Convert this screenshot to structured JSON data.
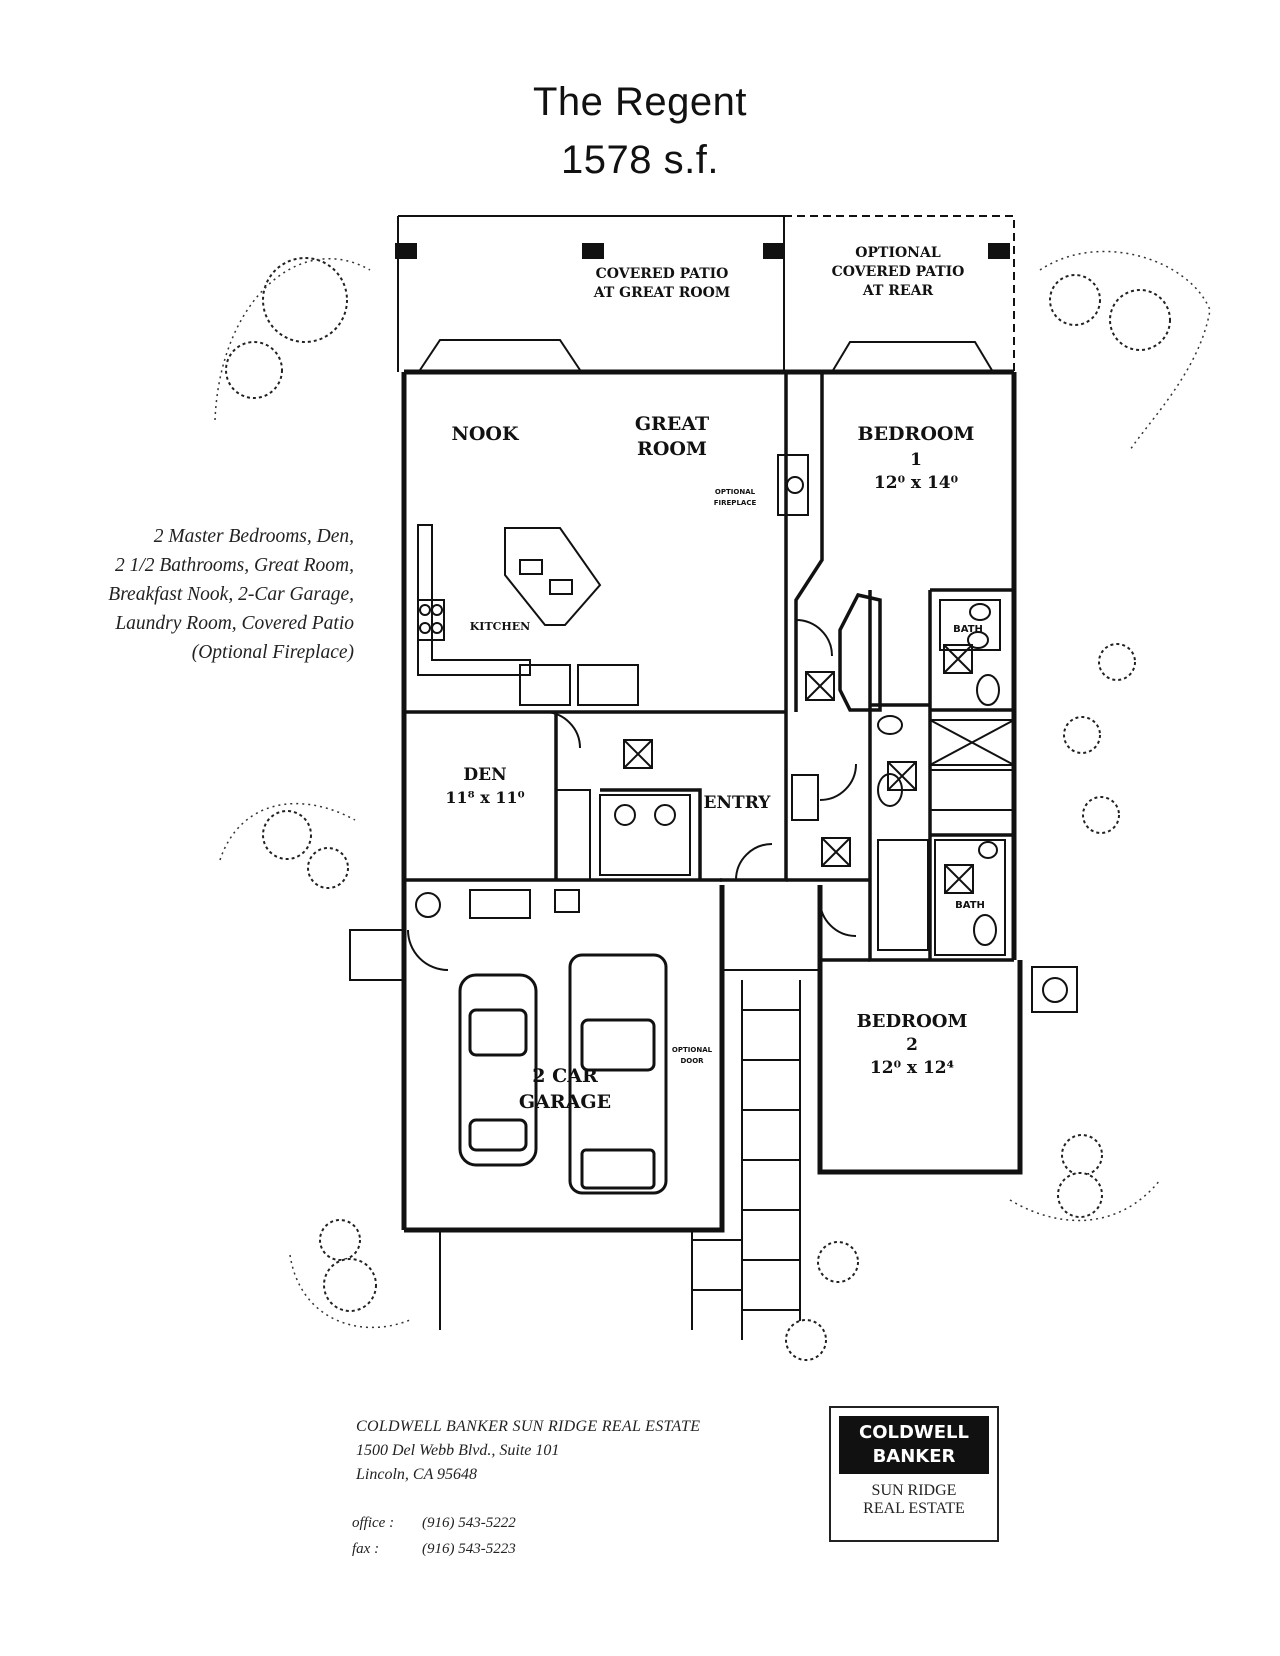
{
  "title": {
    "name": "The Regent",
    "area": "1578 s.f."
  },
  "features": [
    "2 Master Bedrooms, Den,",
    "2 1/2 Bathrooms, Great Room,",
    "Breakfast Nook, 2-Car Garage,",
    "Laundry Room, Covered Patio",
    "(Optional Fireplace)"
  ],
  "plan": {
    "covered_patio": [
      "COVERED PATIO",
      "AT GREAT ROOM"
    ],
    "optional_patio": [
      "OPTIONAL",
      "COVERED PATIO",
      "AT REAR"
    ],
    "nook": "NOOK",
    "great_room": [
      "GREAT",
      "ROOM"
    ],
    "kitchen": "KITCHEN",
    "fireplace": [
      "OPTIONAL",
      "FIREPLACE"
    ],
    "bedroom1": {
      "name": "BEDROOM",
      "num": "1",
      "dim": "12⁰ x 14⁰"
    },
    "bedroom2": {
      "name": "BEDROOM",
      "num": "2",
      "dim": "12⁰ x 12⁴"
    },
    "den": {
      "name": "DEN",
      "dim": "11⁸ x 11⁰"
    },
    "entry": "ENTRY",
    "bath1": "BATH",
    "bath2": "BATH",
    "garage": [
      "2 CAR",
      "GARAGE"
    ],
    "optional_door": [
      "OPTIONAL",
      "DOOR"
    ]
  },
  "company": {
    "name": "COLDWELL BANKER SUN RIDGE REAL ESTATE",
    "address1": "1500 Del Webb Blvd., Suite 101",
    "address2": "Lincoln, CA 95648",
    "office_label": "office :",
    "office": "(916) 543-5222",
    "fax_label": "fax :",
    "fax": "(916) 543-5223"
  },
  "logo": {
    "line1": "COLDWELL",
    "line2": "BANKER",
    "sub1": "SUN RIDGE",
    "sub2": "REAL ESTATE"
  }
}
